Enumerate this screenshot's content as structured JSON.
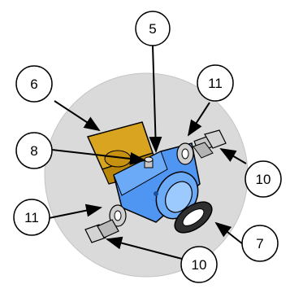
{
  "colors": {
    "background_disc": "#dadada",
    "gold_part": "#d9a520",
    "blue_part": "#4f96f2",
    "washer_gray": "#cfcfcf",
    "bolt_gray": "#c6c6c6",
    "seal_dark": "#2f2f2f",
    "line": "#000000"
  },
  "callouts": [
    {
      "id": "part-5",
      "label": "5"
    },
    {
      "id": "part-6",
      "label": "6"
    },
    {
      "id": "part-11-top",
      "label": "11"
    },
    {
      "id": "part-8",
      "label": "8"
    },
    {
      "id": "part-10-right",
      "label": "10"
    },
    {
      "id": "part-11-left",
      "label": "11"
    },
    {
      "id": "part-7",
      "label": "7"
    },
    {
      "id": "part-10-bottom",
      "label": "10"
    }
  ]
}
